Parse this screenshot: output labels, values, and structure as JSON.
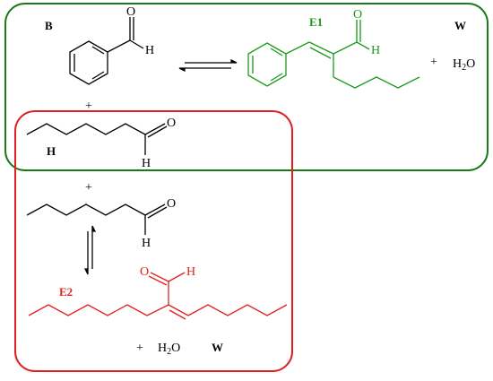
{
  "labels": {
    "benzaldehyde": "B",
    "heptanal": "H",
    "product_cross": "E1",
    "product_self": "E2",
    "water_1": "W",
    "water_2": "W"
  },
  "atoms": {
    "oxygen": "O",
    "hydrogen": "H"
  },
  "symbols": {
    "plus": "+",
    "water_h": "H",
    "water_sub": "2",
    "water_o": "O"
  },
  "colors": {
    "cross_box": "#1a7a1a",
    "self_box": "#e02020",
    "cross_product": "#1a9a1a",
    "self_product": "#e02020",
    "ink": "#000000"
  }
}
